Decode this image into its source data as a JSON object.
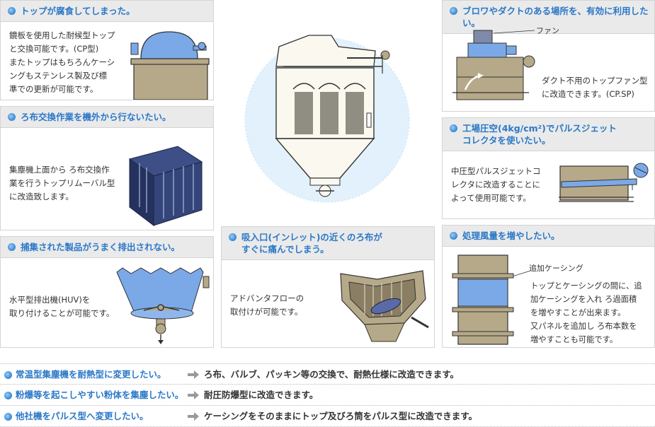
{
  "cards": {
    "top_corrosion": {
      "title": "トップが腐食してしまった。",
      "body": [
        "鏡板を使用した耐候型トップ",
        "と交換可能です。(CP型)",
        "またトップはもちろんケーシ",
        "ングもステンレス製及び標",
        "準での更新が可能です。"
      ]
    },
    "cloth_exchange": {
      "title": "ろ布交換作業を機外から行ないたい。",
      "body": [
        "集塵機上面から ろ布交換作",
        "業を行うトップリムーバル型",
        "に改造致します。"
      ]
    },
    "discharge": {
      "title": "捕集された製品がうまく排出されない。",
      "body": [
        "水平型排出機(HUV)を",
        "取り付けることが可能です。"
      ]
    },
    "inlet": {
      "title_lines": [
        "吸入口(インレット)の近くのろ布が",
        "すぐに痛んでしまう。"
      ],
      "body": [
        "アドバンタフローの",
        "取付けが可能です。"
      ]
    },
    "blower": {
      "title": "ブロワやダクトのある場所を、有効に利用したい。",
      "fan_label": "ファン",
      "body": [
        "ダクト不用のトップファン型",
        "に改造できます。(CP.SP)"
      ]
    },
    "pulse": {
      "title_lines": [
        "工場圧空(4kg/cm²)でパルスジェット",
        "コレクタを使いたい。"
      ],
      "body": [
        "中圧型パルスジェットコ",
        "レクタに改造することに",
        "よって使用可能です。"
      ]
    },
    "airflow": {
      "title": "処理風量を増やしたい。",
      "casing_label": "追加ケーシング",
      "body": [
        "トップとケーシングの間に、追",
        "加ケーシングを入れ ろ過面積",
        "を増やすことが出来ます。",
        "又パネルを追加し ろ布本数を",
        "増やすことも可能です。"
      ]
    }
  },
  "bottom": [
    {
      "label": "常温型集塵機を耐熱型に変更したい。",
      "desc": "ろ布、バルブ、パッキン等の交換で、耐熱仕様に改造できます。"
    },
    {
      "label": "粉爆等を起こしやすい粉体を集塵したい。",
      "desc": "耐圧防爆型に改造できます。"
    },
    {
      "label": "他社機をパルス型へ変更したい。",
      "desc": "ケーシングをそのままにトップ及びろ筒をパルス型に改造できます。"
    }
  ],
  "colors": {
    "accent": "#2a78c8",
    "machine": "#b6a989",
    "filter_blue": "#7ba9e8",
    "halo": "#d8edf9"
  }
}
